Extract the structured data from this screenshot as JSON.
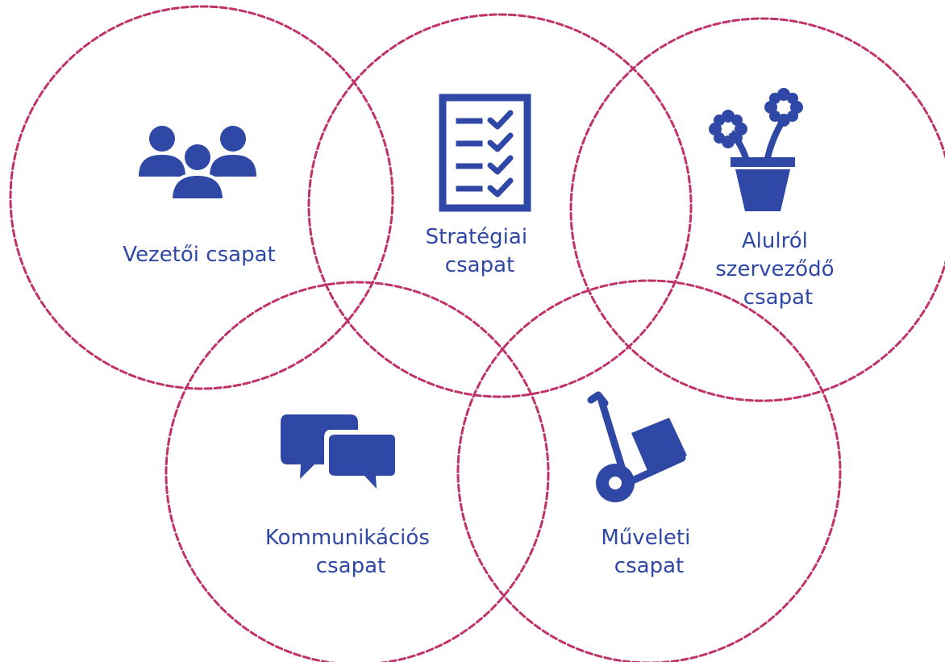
{
  "colors": {
    "icon": "#2f48a6",
    "label": "#2f48a6",
    "circle_stroke": "#c0336a",
    "background": "#ffffff"
  },
  "teams": [
    {
      "key": "vezetoi",
      "icon": "people-group-icon",
      "label_lines": [
        "Vezetői csapat"
      ]
    },
    {
      "key": "strategiai",
      "icon": "checklist-icon",
      "label_lines": [
        "Stratégiai",
        "csapat"
      ]
    },
    {
      "key": "alulrol",
      "icon": "flower-pot-icon",
      "label_lines": [
        "Alulról",
        "szerveződő",
        "csapat"
      ]
    },
    {
      "key": "kommunikacios",
      "icon": "speech-bubbles-icon",
      "label_lines": [
        "Kommunikációs",
        "csapat"
      ]
    },
    {
      "key": "muveleti",
      "icon": "hand-truck-icon",
      "label_lines": [
        "Műveleti",
        "csapat"
      ]
    }
  ]
}
